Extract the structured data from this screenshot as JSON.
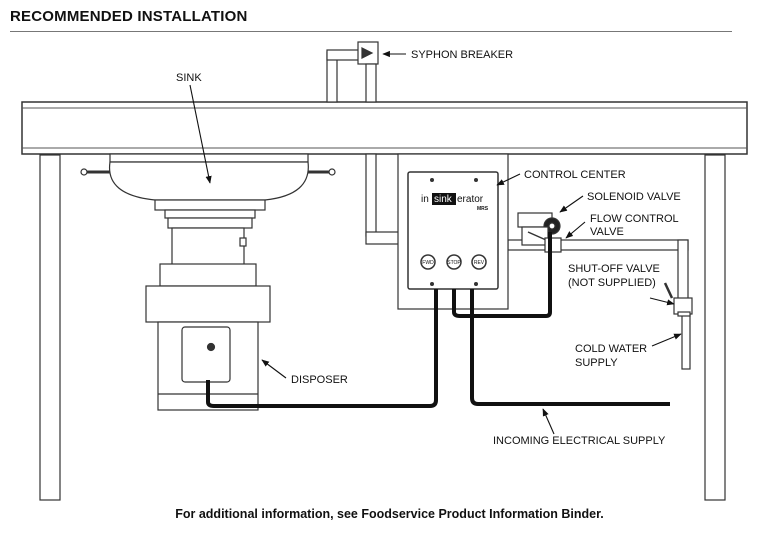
{
  "title": "RECOMMENDED INSTALLATION",
  "labels": {
    "syphon_breaker": "SYPHON BREAKER",
    "sink": "SINK",
    "control_center": "CONTROL CENTER",
    "solenoid_valve": "SOLENOID VALVE",
    "flow_control_1": "FLOW CONTROL",
    "flow_control_2": "VALVE",
    "shutoff_1": "SHUT-OFF VALVE",
    "shutoff_2": "(NOT SUPPLIED)",
    "cold_water_1": "COLD WATER",
    "cold_water_2": "SUPPLY",
    "disposer": "DISPOSER",
    "electrical": "INCOMING ELECTRICAL SUPPLY"
  },
  "control_panel": {
    "brand_in": "in",
    "brand_sink": "sink",
    "brand_erator": "erator",
    "model": "MRS",
    "btn_fwd": "FWD",
    "btn_stop": "STOP",
    "btn_rev": "REV"
  },
  "footer": "For additional information, see Foodservice Product Information Binder."
}
